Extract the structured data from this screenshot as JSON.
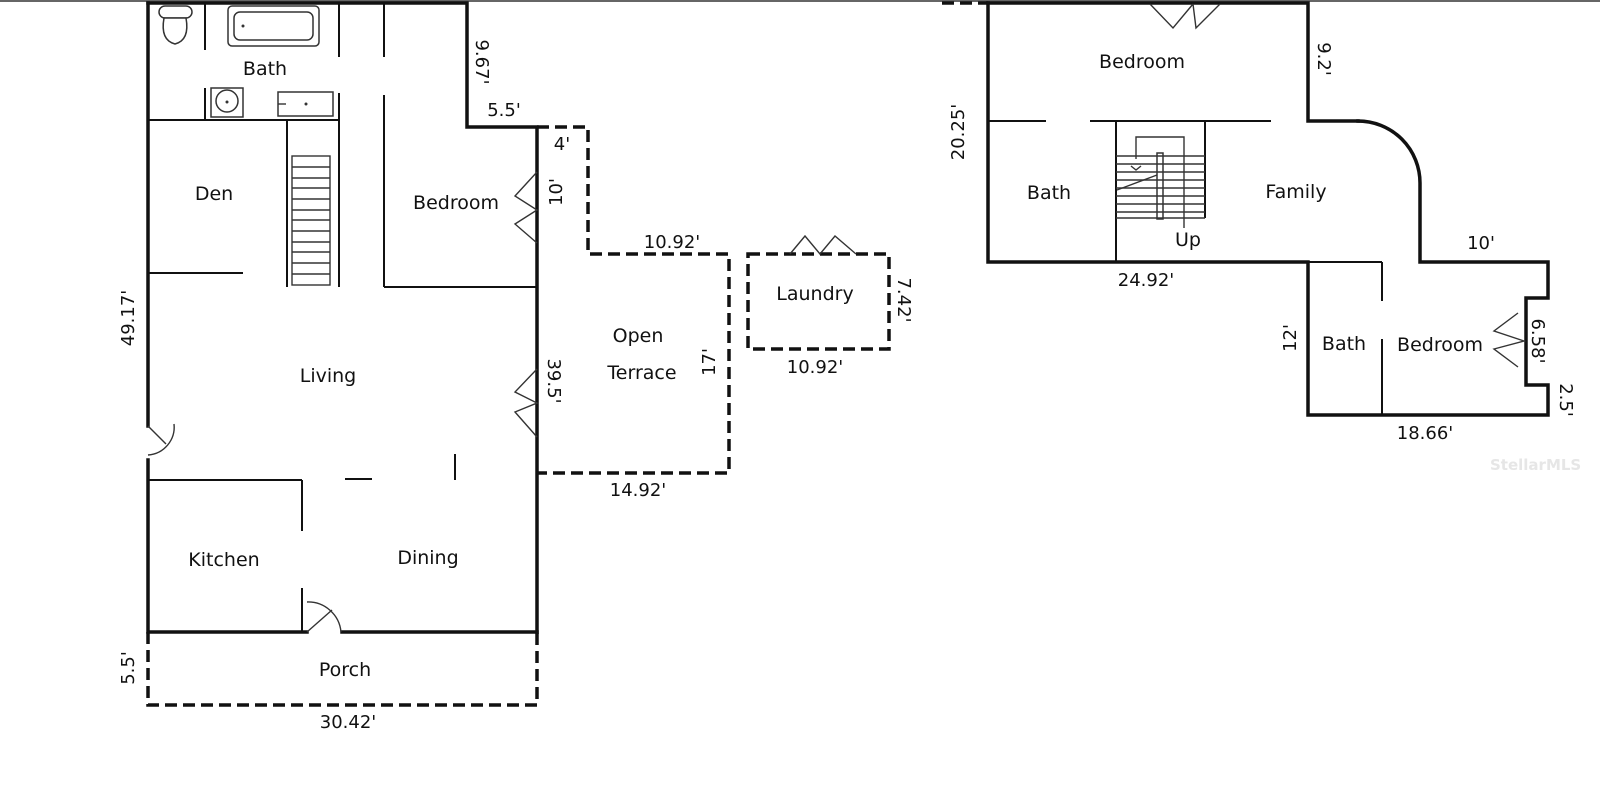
{
  "floor_plan": {
    "first_floor": {
      "rooms": {
        "bath": "Bath",
        "den": "Den",
        "bedroom": "Bedroom",
        "living": "Living",
        "kitchen": "Kitchen",
        "dining": "Dining",
        "porch": "Porch",
        "open_terrace_line1": "Open",
        "open_terrace_line2": "Terrace",
        "laundry": "Laundry"
      },
      "dimensions": {
        "bedroom_notch_height": "9.67'",
        "bedroom_notch_width": "5.5'",
        "terrace_top_width": "4'",
        "terrace_top_height": "10'",
        "terrace_mid_width": "10.92'",
        "terrace_height": "17'",
        "terrace_bottom_width": "14.92'",
        "side_wall": "39.5'",
        "overall_height": "49.17'",
        "porch_depth": "5.5'",
        "porch_width": "30.42'",
        "laundry_height": "7.42'",
        "laundry_width": "10.92'"
      }
    },
    "second_floor": {
      "rooms": {
        "bedroom_top": "Bedroom",
        "bath_left": "Bath",
        "family": "Family",
        "stair_label": "Up",
        "bath_lower": "Bath",
        "bedroom_lower": "Bedroom"
      },
      "dimensions": {
        "left_height": "20.25'",
        "top_right_height": "9.2'",
        "bottom_width": "24.92'",
        "family_ledge": "10'",
        "lower_height": "12'",
        "bedroom_notch": "6.58'",
        "bedroom_corner": "2.5'",
        "lower_width": "18.66'"
      }
    },
    "watermark": "StellarMLS"
  }
}
